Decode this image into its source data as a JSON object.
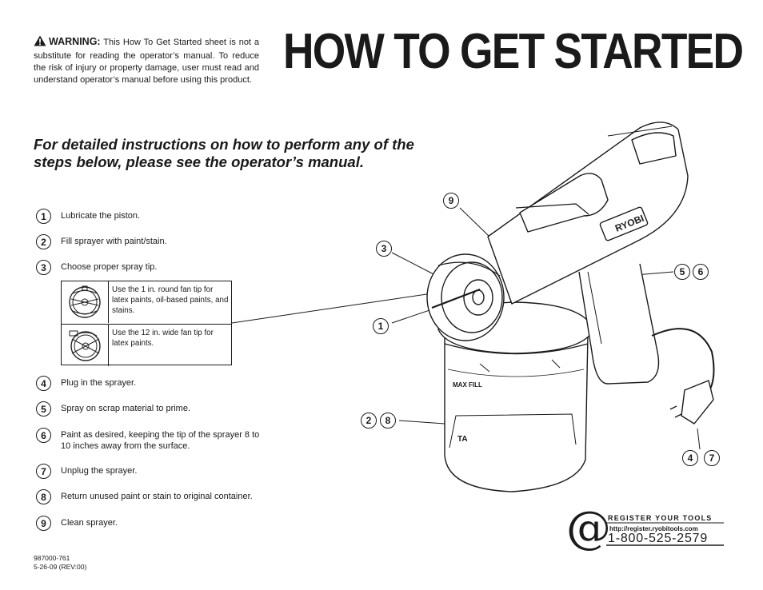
{
  "warning": {
    "label": "WARNING:",
    "text": "This How To Get Started sheet is not a substitute for reading the operator’s manual. To reduce the risk of injury or property damage, user must read and understand operator’s manual before using this product."
  },
  "title": "HOW TO GET STARTED",
  "subtitle": "For detailed instructions on how to perform any of the steps below, please see the operator’s manual.",
  "steps": [
    {
      "num": "1",
      "text": "Lubricate the piston."
    },
    {
      "num": "2",
      "text": "Fill sprayer with paint/stain."
    },
    {
      "num": "3",
      "text": "Choose proper spray tip."
    },
    {
      "num": "4",
      "text": "Plug in the sprayer."
    },
    {
      "num": "5",
      "text": "Spray on scrap material to prime."
    },
    {
      "num": "6",
      "text": "Paint as desired, keeping the tip of the sprayer 8 to 10 inches away from the surface."
    },
    {
      "num": "7",
      "text": "Unplug the sprayer."
    },
    {
      "num": "8",
      "text": "Return unused paint or stain to original container."
    },
    {
      "num": "9",
      "text": "Clean sprayer."
    }
  ],
  "tips": [
    {
      "icon": "round-fan-tip-icon",
      "text": "Use the 1 in. round fan tip for latex paints, oil-based paints, and stains."
    },
    {
      "icon": "wide-fan-tip-icon",
      "text": "Use the 12 in. wide fan tip for latex paints."
    }
  ],
  "callouts": [
    "9",
    "3",
    "1",
    "2",
    "8",
    "5",
    "6",
    "4",
    "7"
  ],
  "brand": "RYOBI",
  "cup_labels": {
    "max_fill": "MAX FILL",
    "ta": "TA"
  },
  "part_number": "987000-761",
  "revision": "5-26-09 (REV:00)",
  "register": {
    "at": "@",
    "title": "REGISTER YOUR TOOLS",
    "url": "http://register.ryobitools.com",
    "phone": "1-800-525-2579"
  }
}
